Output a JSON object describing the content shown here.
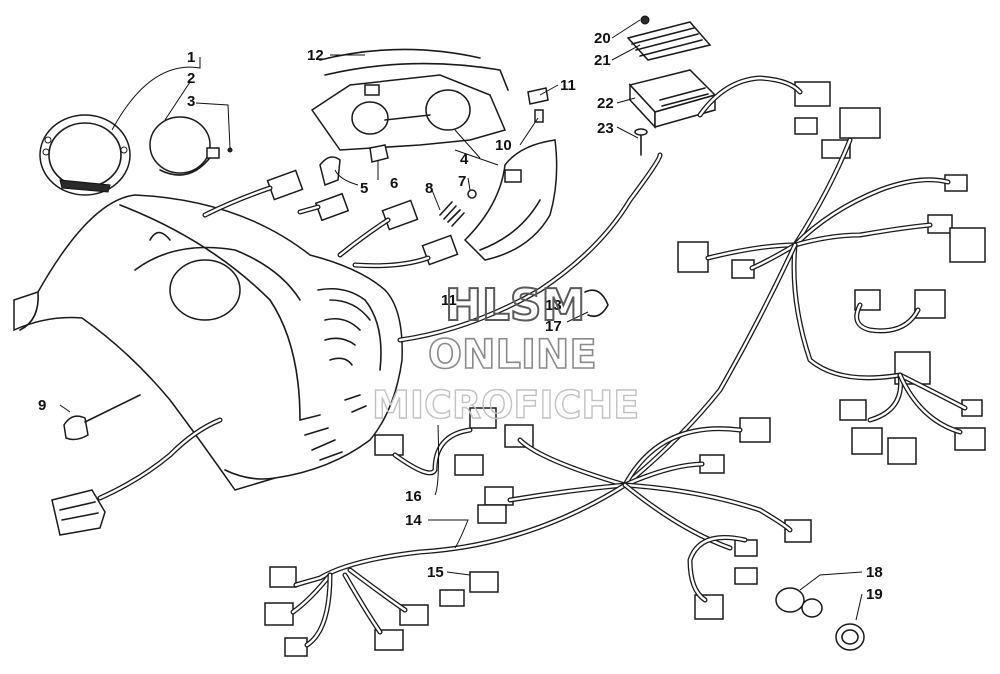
{
  "callouts": {
    "c1": "1",
    "c2": "2",
    "c3": "3",
    "c4": "4",
    "c5": "5",
    "c6": "6",
    "c7": "7",
    "c8": "8",
    "c9": "9",
    "c10": "10",
    "c11a": "11",
    "c11b": "11",
    "c12": "12",
    "c13": "13",
    "c14": "14",
    "c15": "15",
    "c16": "16",
    "c17": "17",
    "c18": "18",
    "c19": "19",
    "c20": "20",
    "c21": "21",
    "c22": "22",
    "c23": "23"
  },
  "watermark": {
    "line1": "HLSM",
    "line2": "ONLINE",
    "line3": "MICROFICHE"
  },
  "colors": {
    "ink": "#1a1a1a",
    "paper": "#ffffff",
    "watermark": "#8a8a8a"
  }
}
